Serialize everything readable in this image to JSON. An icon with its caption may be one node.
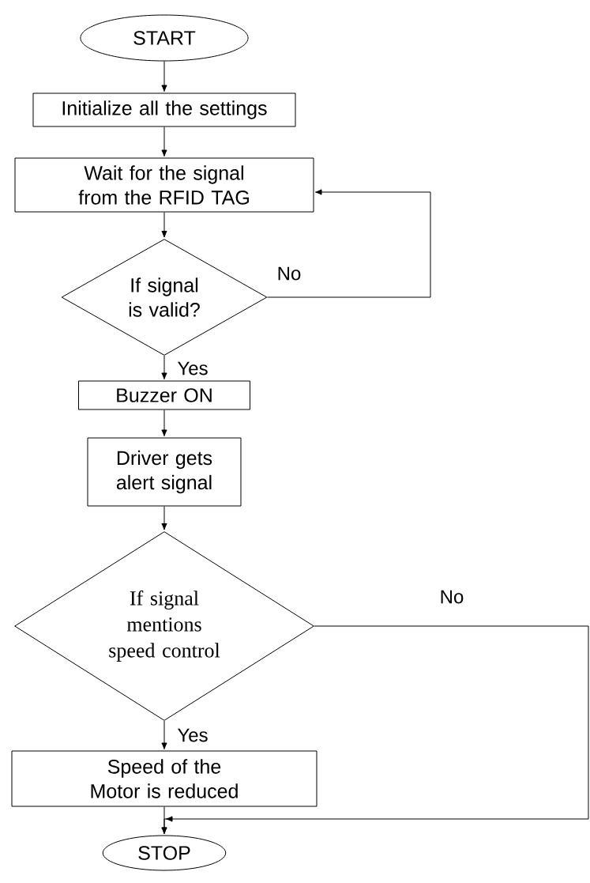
{
  "diagram": {
    "nodes": [
      {
        "text": [
          "START"
        ]
      },
      {
        "text": [
          "Initialize all the settings"
        ]
      },
      {
        "text": [
          "Wait for the signal from the RFID TAG"
        ]
      },
      {
        "text": [
          "If signal is valid?"
        ]
      },
      {
        "text": [
          "Buzzer ON"
        ]
      },
      {
        "text": [
          "Driver gets alert signal"
        ]
      },
      {
        "text": [
          "If signal mentions speed control"
        ]
      },
      {
        "text": [
          "Speed of the Motor is reduced"
        ]
      },
      {
        "text": [
          "STOP"
        ]
      }
    ],
    "edges": [
      {
        "from": 0,
        "to": 1,
        "arrow": "to"
      },
      {
        "from": 1,
        "to": 2,
        "arrow": "to"
      },
      {
        "from": 2,
        "to": 3,
        "arrow": "to"
      },
      {
        "from": 3,
        "to": 2,
        "arrow": "to",
        "label": "No"
      },
      {
        "from": 3,
        "to": 4,
        "arrow": "to",
        "label": "Yes"
      },
      {
        "from": 4,
        "to": 5,
        "arrow": "to"
      },
      {
        "from": 5,
        "to": 6,
        "arrow": "to"
      },
      {
        "from": 6,
        "to": 8,
        "arrow": "to",
        "label": "No"
      },
      {
        "from": 6,
        "to": 7,
        "arrow": "to",
        "label": "Yes"
      },
      {
        "from": 7,
        "to": 8,
        "arrow": "to"
      }
    ]
  }
}
